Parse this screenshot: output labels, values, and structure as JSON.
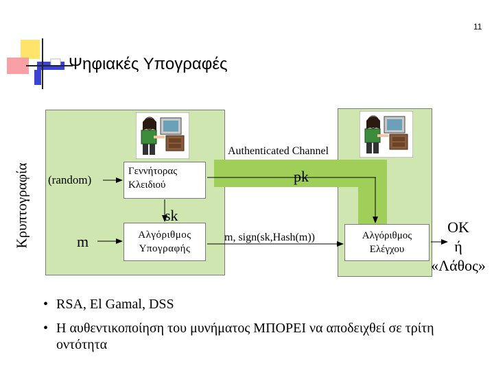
{
  "page_number": "11",
  "side_label": "Κρυπτογραφία",
  "title": "Ψηφιακές Υπογραφές",
  "diagram": {
    "channel_label": "Authenticated Channel",
    "random_label": "(random)",
    "key_generator": "Γεννήτορας Κλειδιού",
    "public_key": "pk",
    "secret_key": "sk",
    "message": "m",
    "signing_algorithm": "Αλγόριθμος Υπογραφής",
    "signed_message": "m, sign(sk,Hash(m))",
    "verification_algorithm": "Αλγόριθμος Ελέγχου",
    "output_ok": "OK",
    "output_or": "ή",
    "output_error": "«Λάθος»",
    "colors": {
      "panel_fill": "#cfe6b0",
      "channel_fill": "#9fcf58"
    }
  },
  "bullets": [
    "RSA, El Gamal, DSS",
    "Η αυθεντικοποίηση του μυνήματος ΜΠΟΡΕΙ να αποδειχθεί σε τρίτη οντότητα"
  ]
}
